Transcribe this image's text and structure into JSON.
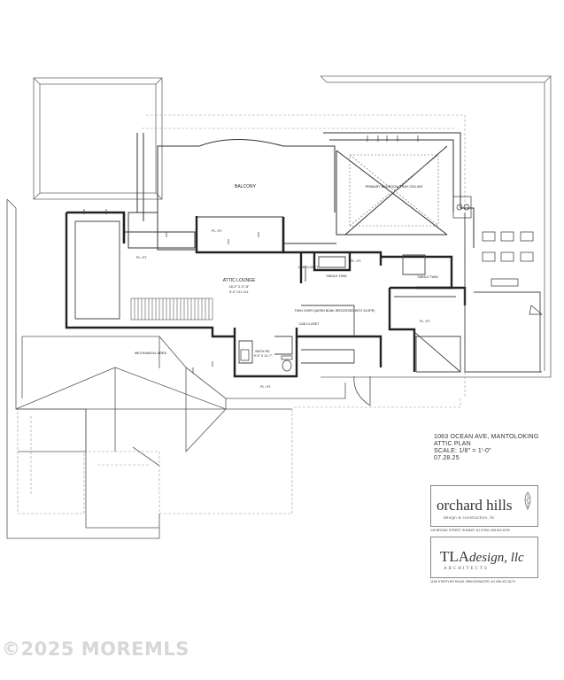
{
  "plan": {
    "rooms": {
      "balcony": "BALCONY",
      "primary_bedroom": "PRIMARY BEDROOM TRAY CEILING",
      "attic_lounge": "ATTIC LOUNGE",
      "attic_lounge_size": "18'-0\" X 17'-8\"",
      "attic_lounge_ceiling": "8'-0\" CH. LVL",
      "mechanical_area": "MECHANICAL AREA",
      "bath": "BATH RE.",
      "bath_size": "9'-0\" X 11'-7\"",
      "cab_closet_1": "CAB CLOSET",
      "cab_closet_2": "CAB CLOSET",
      "single_twin_1": "SINGLE TWIN",
      "single_twin_2": "SINGLE TWIN",
      "twin_over_queen": "TWIN OVER QUEEN BUNK (RECESSED INTO SLOPE)"
    },
    "notes": {
      "pl_ht": "PL. HT."
    }
  },
  "title_block": {
    "address": "1063 OCEAN AVE, MANTOLOKING",
    "sheet": "ATTIC PLAN",
    "scale": "SCALE: 1/8\" = 1'-0\"",
    "date": "07.28.25"
  },
  "orchard_hills": {
    "name": "orchard hills",
    "tagline": "design & construction, llc",
    "address": "140 BROAD STREET  SUMMIT, NJ 07901  908.591.8752"
  },
  "tla": {
    "name_strong": "TLA",
    "name_script": "design, llc",
    "tagline": "ARCHITECTS",
    "address": "1155 STAFFLER ROAD, BRIDGEWATER, NJ  908.337.8170"
  },
  "watermark": "©2025 MOREMLS"
}
